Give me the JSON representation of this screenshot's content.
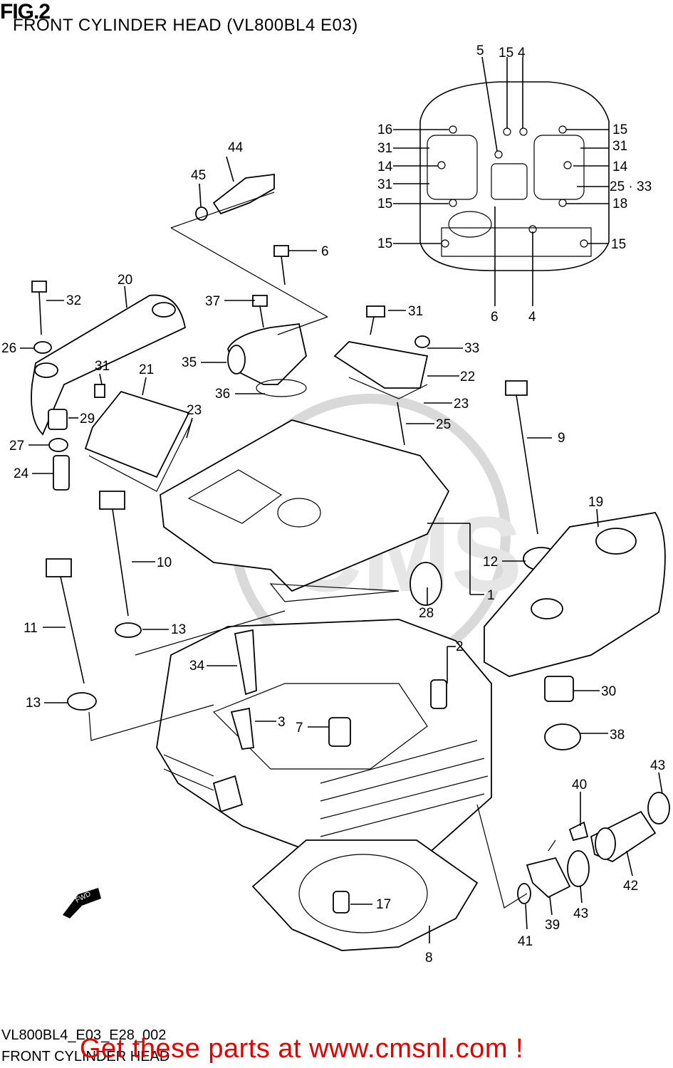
{
  "header": {
    "fig_label": "FIG.2",
    "title": "FRONT CYLINDER HEAD (VL800BL4 E03)"
  },
  "footer": {
    "diagram_code": "VL800BL4_E03_E28_002",
    "diagram_name": "FRONT CYLINDER HEAD",
    "promo_text": "Get these parts at www.cmsnl.com !",
    "promo_color": "#e00000"
  },
  "watermark": {
    "text": "CMS"
  },
  "direction_marker": {
    "text": "FWD"
  },
  "callouts": [
    "5",
    "15",
    "4",
    "16",
    "15",
    "31",
    "31",
    "14",
    "14",
    "31",
    "25 · 33",
    "15",
    "18",
    "15",
    "15",
    "6",
    "4",
    "44",
    "45",
    "6",
    "20",
    "32",
    "37",
    "31",
    "26",
    "35",
    "33",
    "22",
    "23",
    "25",
    "36",
    "31",
    "21",
    "23",
    "29",
    "27",
    "24",
    "9",
    "19",
    "12",
    "10",
    "1",
    "28",
    "11",
    "13",
    "2",
    "34",
    "30",
    "13",
    "3",
    "7",
    "38",
    "43",
    "40",
    "42",
    "43",
    "39",
    "41",
    "17",
    "8"
  ]
}
